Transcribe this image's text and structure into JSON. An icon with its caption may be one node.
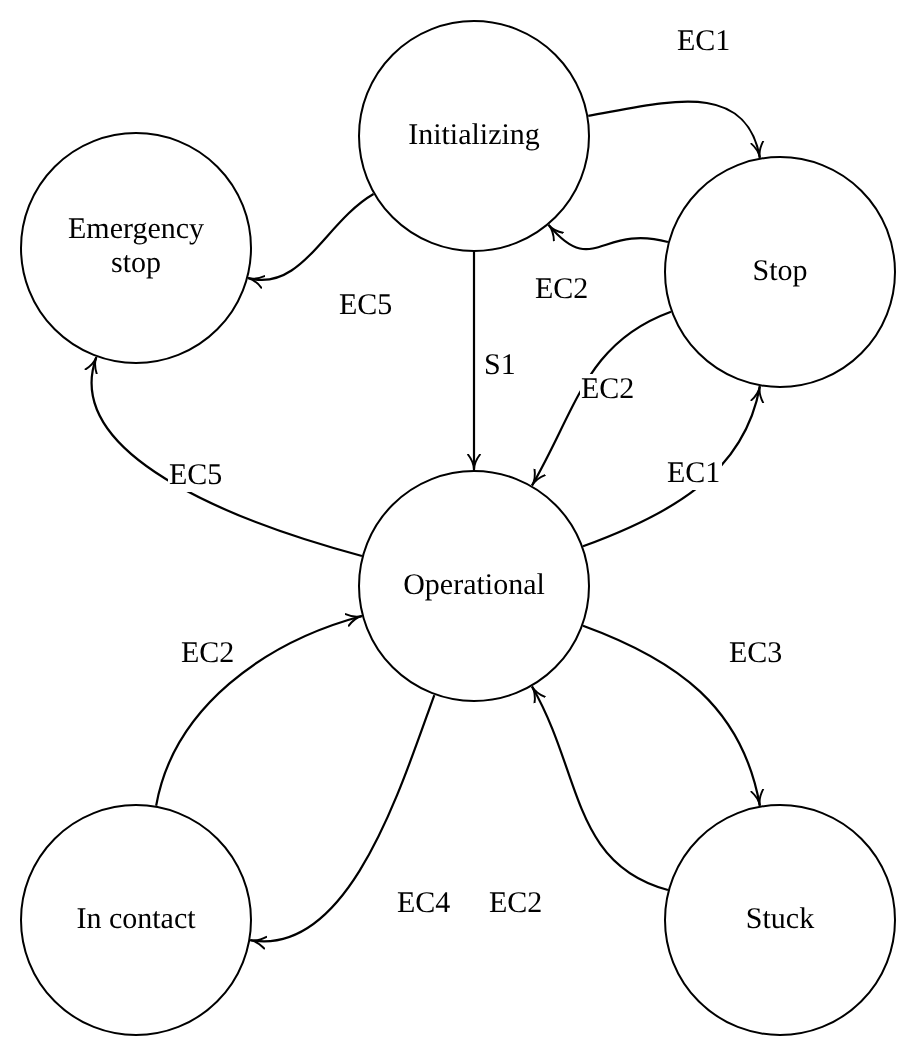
{
  "diagram": {
    "nodes": [
      {
        "text": [
          "Initializing"
        ]
      },
      {
        "text": [
          "Emergency stop"
        ]
      },
      {
        "text": [
          "Stop"
        ]
      },
      {
        "text": [
          "Operational"
        ]
      },
      {
        "text": [
          "In contact"
        ]
      },
      {
        "text": [
          "Stuck"
        ]
      }
    ],
    "edges": [
      {
        "from": 0,
        "to": 2,
        "arrow": "to",
        "label": "EC1"
      },
      {
        "from": 2,
        "to": 0,
        "arrow": "to",
        "label": "EC2"
      },
      {
        "from": 0,
        "to": 1,
        "arrow": "to",
        "label": "EC5"
      },
      {
        "from": 0,
        "to": 3,
        "arrow": "to",
        "label": "S1"
      },
      {
        "from": 2,
        "to": 3,
        "arrow": "to",
        "label": "EC2"
      },
      {
        "from": 3,
        "to": 2,
        "arrow": "to",
        "label": "EC1"
      },
      {
        "from": 3,
        "to": 1,
        "arrow": "to",
        "label": "EC5"
      },
      {
        "from": 4,
        "to": 3,
        "arrow": "to",
        "label": "EC2"
      },
      {
        "from": 3,
        "to": 4,
        "arrow": "to",
        "label": "EC4"
      },
      {
        "from": 3,
        "to": 5,
        "arrow": "to",
        "label": "EC3"
      },
      {
        "from": 5,
        "to": 3,
        "arrow": "to",
        "label": "EC2"
      }
    ]
  }
}
